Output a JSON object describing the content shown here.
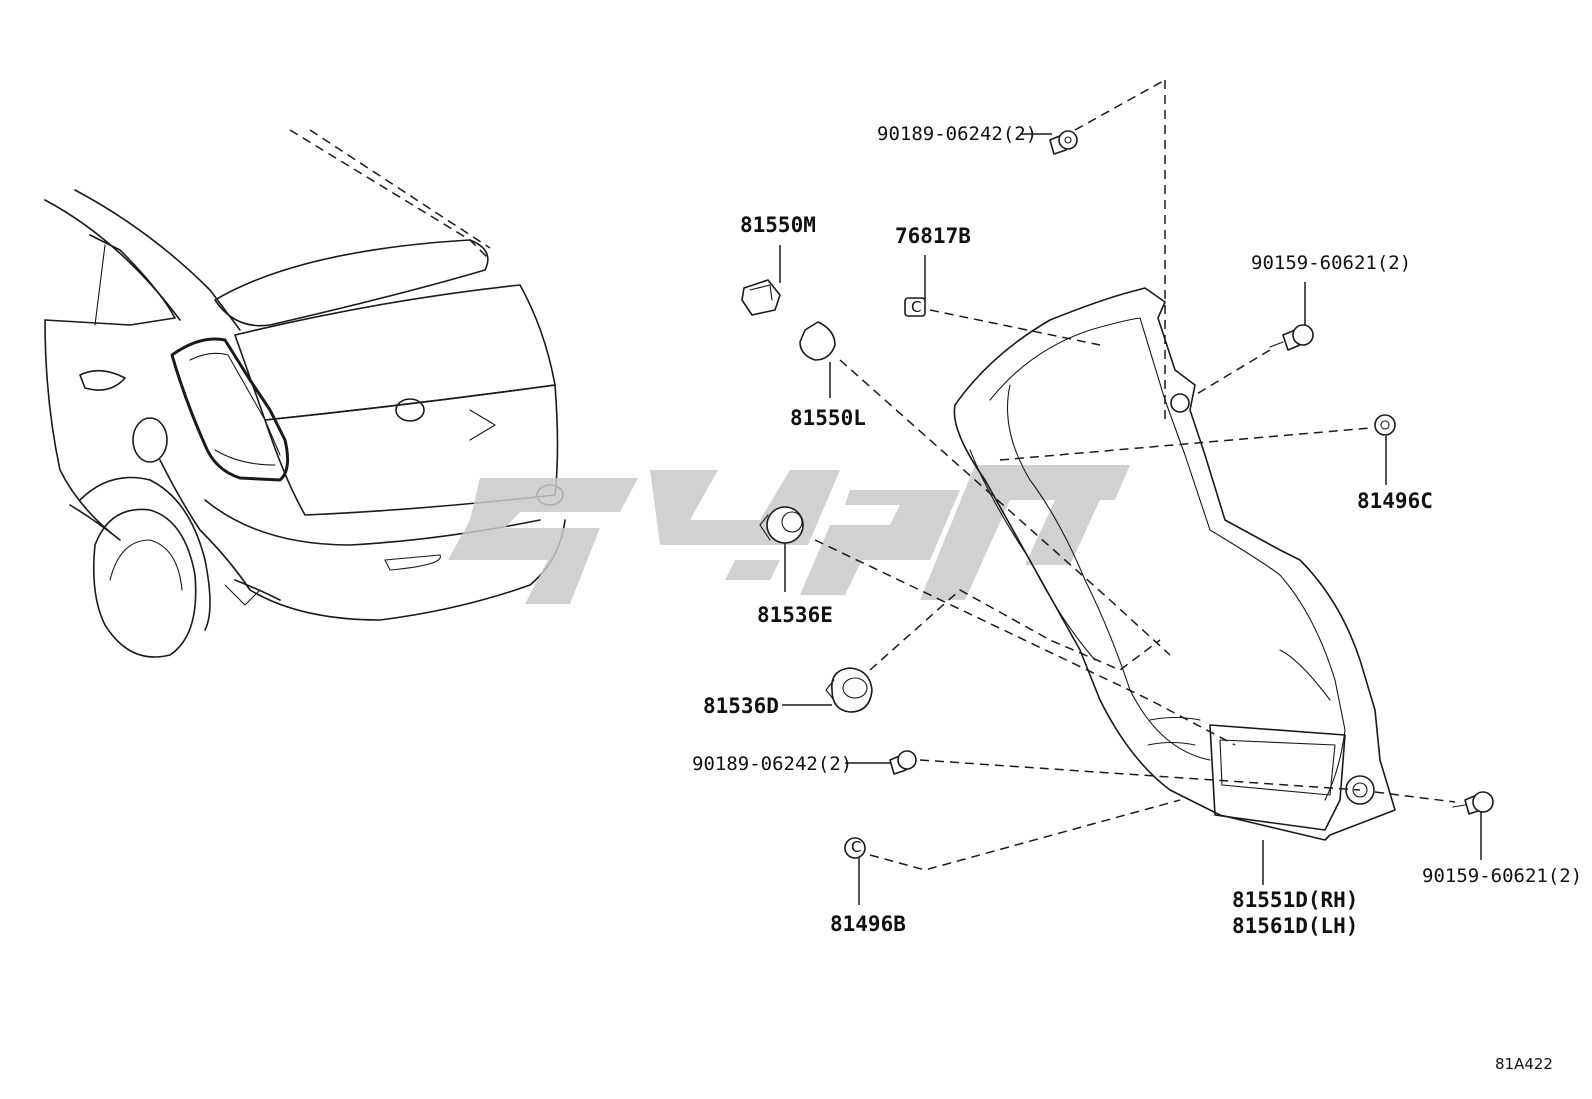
{
  "labels": {
    "screw_top": "90189-06242(2)",
    "bulb_socket_upper": "81550M",
    "bulb_upper": "81550L",
    "clip_upper": "76817B",
    "screw_right_upper": "90159-60621(2)",
    "grommet_right": "81496C",
    "socket_middle": "81536E",
    "socket_lower": "81536D",
    "screw_left_lower": "90189-06242(2)",
    "grommet_lower": "81496B",
    "lamp_rh": "81551D(RH)",
    "lamp_lh": "81561D(LH)",
    "screw_right_lower": "90159-60621(2)",
    "diagram_code": "81A422"
  },
  "colors": {
    "line": "#1a1a1a",
    "watermark": "#c9c9c9",
    "background": "#ffffff"
  }
}
